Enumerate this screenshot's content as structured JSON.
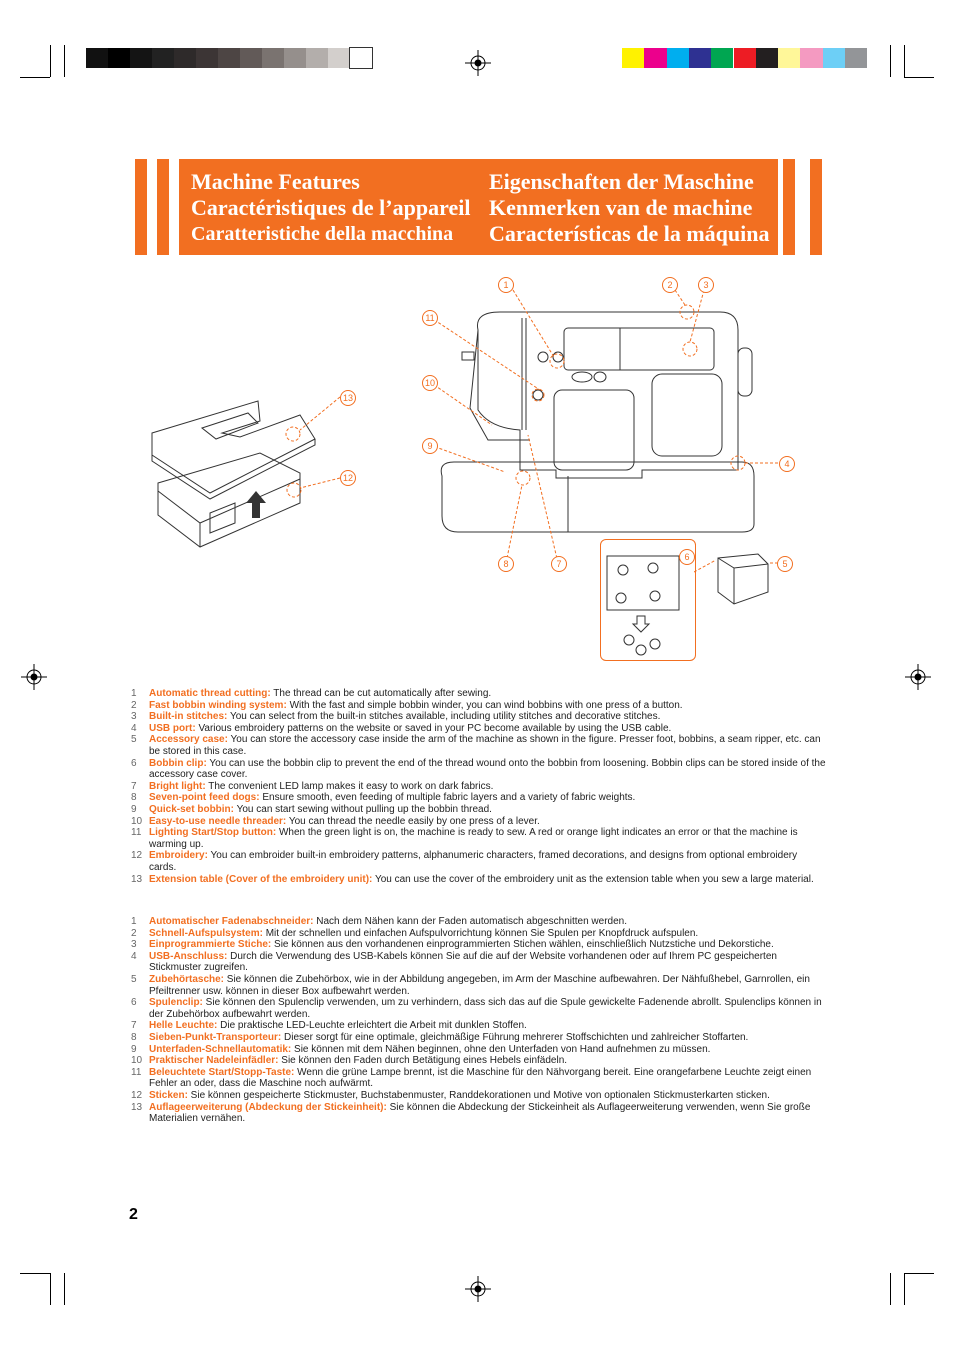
{
  "header": {
    "left_titles": [
      "Machine Features",
      "Caractéristiques de l’appareil",
      "Caratteristiche della macchina"
    ],
    "right_titles": [
      "Eigenschaften der Maschine",
      "Kenmerken van de machine",
      "Características de la máquina"
    ]
  },
  "colors": {
    "accent": "#f26f21",
    "registration_bars": [
      "#111111",
      "#000000",
      "#141414",
      "#222222",
      "#2e2a2a",
      "#3c3535",
      "#4d4544",
      "#625a58",
      "#7a7370",
      "#958f8c",
      "#b3aeab",
      "#d3cfcc",
      "#ffffff"
    ],
    "color_bars": [
      "#fff200",
      "#ec008c",
      "#00aeef",
      "#2e3192",
      "#00a651",
      "#ed1c24",
      "#231f20",
      "#fff799",
      "#f49ac1",
      "#6dcff6",
      "#939598"
    ]
  },
  "diagram": {
    "callout_labels": [
      "1",
      "2",
      "3",
      "4",
      "5",
      "6",
      "7",
      "8",
      "9",
      "10",
      "11",
      "12",
      "13"
    ]
  },
  "features_en": [
    {
      "num": "1",
      "term": "Automatic thread cutting:",
      "text": " The thread can be cut automatically after sewing."
    },
    {
      "num": "2",
      "term": "Fast bobbin winding system:",
      "text": " With the fast and simple bobbin winder, you can wind bobbins with one press of a button."
    },
    {
      "num": "3",
      "term": "Built-in stitches:",
      "text": " You can select from the built-in stitches available, including utility stitches and decorative stitches."
    },
    {
      "num": "4",
      "term": "USB port:",
      "text": " Various embroidery patterns on the website or saved in your PC become available by using the USB cable."
    },
    {
      "num": "5",
      "term": "Accessory case:",
      "text": " You can store the accessory case inside the arm of the machine as shown in the figure. Presser foot, bobbins, a seam ripper, etc. can be stored in this case."
    },
    {
      "num": "6",
      "term": "Bobbin clip:",
      "text": " You can use the bobbin clip to prevent the end of the thread wound onto the bobbin from loosening. Bobbin clips can be stored inside of the accessory case cover."
    },
    {
      "num": "7",
      "term": "Bright light:",
      "text": " The convenient LED lamp makes it easy to work on dark fabrics."
    },
    {
      "num": "8",
      "term": "Seven-point feed dogs:",
      "text": " Ensure smooth, even feeding of multiple fabric layers and a variety of fabric weights."
    },
    {
      "num": "9",
      "term": "Quick-set bobbin:",
      "text": " You can start sewing without pulling up the bobbin thread."
    },
    {
      "num": "10",
      "term": "Easy-to-use needle threader:",
      "text": " You can thread the needle easily by one press of a lever."
    },
    {
      "num": "11",
      "term": "Lighting Start/Stop button:",
      "text": " When the green light is on, the machine is ready to sew. A red or orange light indicates an error or that the machine is warming up."
    },
    {
      "num": "12",
      "term": "Embroidery:",
      "text": " You can embroider built-in embroidery patterns, alphanumeric characters, framed decorations, and designs from optional embroidery cards."
    },
    {
      "num": "13",
      "term": "Extension table (Cover of the embroidery unit):",
      "text": " You can use the cover of the embroidery unit as the extension table when you sew a large material."
    }
  ],
  "features_de": [
    {
      "num": "1",
      "term": "Automatischer Fadenabschneider:",
      "text": " Nach dem Nähen kann der Faden automatisch abgeschnitten werden."
    },
    {
      "num": "2",
      "term": "Schnell-Aufspulsystem:",
      "text": " Mit der schnellen und einfachen Aufspulvorrichtung können Sie Spulen per Knopfdruck aufspulen."
    },
    {
      "num": "3",
      "term": "Einprogrammierte Stiche:",
      "text": " Sie können aus den vorhandenen einprogrammierten Stichen wählen, einschließlich Nutzstiche und Dekorstiche."
    },
    {
      "num": "4",
      "term": "USB-Anschluss:",
      "text": " Durch die Verwendung des USB-Kabels können Sie auf die auf der Website vorhandenen oder auf Ihrem PC gespeicherten Stickmuster zugreifen."
    },
    {
      "num": "5",
      "term": "Zubehörtasche:",
      "text": " Sie können die Zubehörbox, wie in der Abbildung angegeben, im Arm der Maschine aufbewahren. Der Nähfußhebel, Garnrollen, ein Pfeiltrenner usw. können in dieser Box aufbewahrt werden."
    },
    {
      "num": "6",
      "term": "Spulenclip:",
      "text": " Sie können den Spulenclip verwenden, um zu verhindern, dass sich das auf die Spule gewickelte Fadenende abrollt. Spulenclips können in der Zubehörbox aufbewahrt werden."
    },
    {
      "num": "7",
      "term": "Helle Leuchte:",
      "text": " Die praktische LED-Leuchte erleichtert die Arbeit mit dunklen Stoffen."
    },
    {
      "num": "8",
      "term": "Sieben-Punkt-Transporteur:",
      "text": " Dieser sorgt für eine optimale, gleichmäßige Führung mehrerer Stoffschichten und zahlreicher Stoffarten."
    },
    {
      "num": "9",
      "term": "Unterfaden-Schnellautomatik:",
      "text": " Sie können mit dem Nähen beginnen, ohne den Unterfaden von Hand aufnehmen zu müssen."
    },
    {
      "num": "10",
      "term": "Praktischer Nadeleinfädler:",
      "text": " Sie können den Faden durch Betätigung eines Hebels einfädeln."
    },
    {
      "num": "11",
      "term": "Beleuchtete Start/Stopp-Taste:",
      "text": " Wenn die grüne Lampe brennt, ist die Maschine für den Nähvorgang bereit. Eine orangefarbene Leuchte zeigt einen Fehler an oder, dass die Maschine noch aufwärmt."
    },
    {
      "num": "12",
      "term": "Sticken:",
      "text": " Sie können gespeicherte Stickmuster, Buchstabenmuster, Randdekorationen und Motive von optionalen Stickmusterkarten sticken."
    },
    {
      "num": "13",
      "term": "Auflageerweiterung (Abdeckung der Stickeinheit):",
      "text": " Sie können die Abdeckung der Stickeinheit als Auflageerweiterung verwenden, wenn Sie große Materialien vernähen."
    }
  ],
  "page_number": "2"
}
